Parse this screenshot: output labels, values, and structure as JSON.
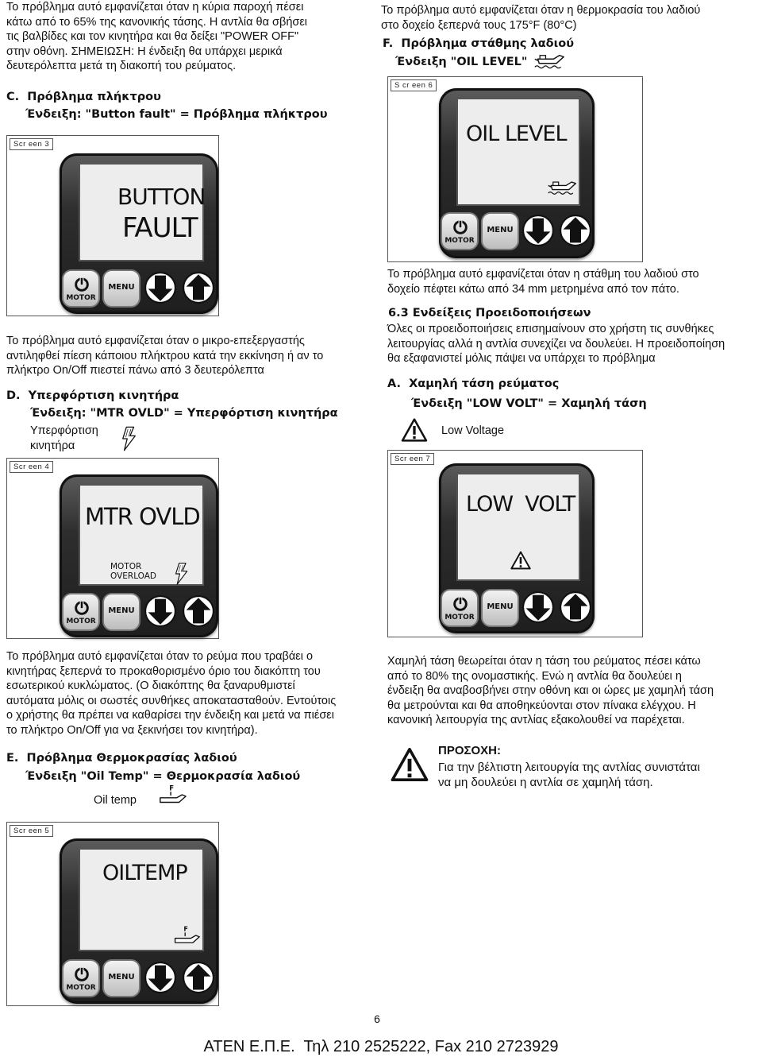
{
  "left_col": {
    "intro": "Το πρόβλημα αυτό εμφανίζεται όταν η κύρια παροχή πέσει\nκάτω από το 65% της κανονικής τάσης. Η αντλία θα σβήσει\nτις βαλβίδες και τον κινητήρα και θα δείξει \"POWER OFF\"\nστην οθόνη. ΣΗΜΕΙΩΣΗ: Η ένδειξη θα υπάρχει μερικά\nδευτερόλεπτα μετά τη διακοπή του ρεύματος.",
    "c_title": "C.  Πρόβλημα πλήκτρου",
    "c_sub": "Ένδειξη: \"Button fault\" = Πρόβλημα πλήκτρου",
    "c_desc": "Το πρόβλημα αυτό εμφανίζεται όταν ο μικρο-επεξεργαστής\nαντιληφθεί πίεση κάποιου πλήκτρου κατά την εκκίνηση ή αν το\nπλήκτρο On/Off πιεστεί πάνω από 3 δευτερόλεπτα",
    "d_title": "D.  Υπερφόρτιση κινητήρα",
    "d_sub": "Ένδειξη: \"MTR OVLD\" = Υπερφόρτιση κινητήρα",
    "d_icon_label": "Υπερφόρτιση\nκινητήρα",
    "d_desc": "Το πρόβλημα αυτό εμφανίζεται όταν το ρεύμα που τραβάει ο\nκινητήρας ξεπερνά το προκαθορισμένο όριο του διακόπτη του\nεσωτερικού κυκλώματος. (Ο διακόπτης θα ξαναρυθμιστεί\nαυτόματα μόλις οι σωστές συνθήκες αποκατασταθούν. Εντούτοις\nο χρήστης θα πρέπει να καθαρίσει την ένδειξη και μετά να πιέσει\nτο πλήκτρο On/Off για να ξεκινήσει τον κινητήρα).",
    "e_title": "E.  Πρόβλημα Θερμοκρασίας λαδιού",
    "e_sub": "Ένδειξη \"Oil Temp\" = Θερμοκρασία λαδιού",
    "e_icon_label": "Oil temp"
  },
  "right_col": {
    "e_desc": "Το πρόβλημα αυτό εμφανίζεται όταν η θερμοκρασία του λαδιού\nστο δοχείο ξεπερνά τους 175°F (80°C)",
    "f_title": "F.  Πρόβλημα στάθμης λαδιού",
    "f_sub": "Ένδειξη \"OIL LEVEL\"",
    "f_desc": "Το πρόβλημα αυτό εμφανίζεται όταν η στάθμη του λαδιού στο\nδοχείο πέφτει κάτω από 34 mm μετρημένα από τον πάτο.",
    "warn_title": "6.3 Ενδείξεις Προειδοποιήσεων",
    "warn_desc": "Όλες οι προειδοποιήσεις επισημαίνουν στο χρήστη τις συνθήκες\nλειτουργίας αλλά η αντλία συνεχίζει να δουλεύει. Η προειδοποίηση\nθα εξαφανιστεί μόλις πάψει να υπάρχει το πρόβλημα",
    "a_title": "A.  Χαμηλή τάση ρεύματος",
    "a_sub": "Ένδειξη \"LOW VOLT\" = Χαμηλή τάση",
    "a_icon_label": "Low Voltage",
    "a_desc": "Χαμηλή τάση θεωρείται όταν η τάση του ρεύματος πέσει κάτω\nαπό το 80% της ονομαστικής. Ενώ η αντλία θα δουλεύει η\nένδειξη θα αναβοσβήνει στην οθόνη και οι ώρες με χαμηλή τάση\nθα μετρούνται και θα αποθηκεύονται στον πίνακα ελέγχου. Η\nκανονική λειτουργία της αντλίας εξακολουθεί να παρέχεται.",
    "caution_title": "ΠΡΟΣΟΧΗ:",
    "caution_desc": "Για την βέλτιστη λειτουργία της αντλίας συνιστάται\nνα μη δουλεύει η αντλία σε χαμηλή τάση."
  },
  "screens": {
    "s3": {
      "tag": "Scr een 3",
      "line1": "BUTTON",
      "line2": "FAULT"
    },
    "s4": {
      "tag": "Scr een 4",
      "line1": "MTR OVLD",
      "sub": "MOTOR\nOVERLOAD"
    },
    "s5": {
      "tag": "Scr een 5",
      "line1": "OILTEMP"
    },
    "s6": {
      "tag": "S cr een 6",
      "line1": "OIL LEVEL"
    },
    "s7": {
      "tag": "Scr een 7",
      "line1": "LOW  VOLT"
    }
  },
  "buttons": {
    "motor": "MOTOR",
    "menu": "MENU",
    "oil_glyph": "F"
  },
  "footer": {
    "page_number": "6",
    "company": "ΑΤΕΝ Ε.Π.Ε.  Τηλ 210 2525222, Fax 210 2723929"
  },
  "icons": [
    "lightning-icon",
    "oil-can-icon",
    "oil-temp-icon",
    "warning-triangle-icon",
    "power-icon",
    "arrow-down-icon",
    "arrow-up-icon"
  ]
}
